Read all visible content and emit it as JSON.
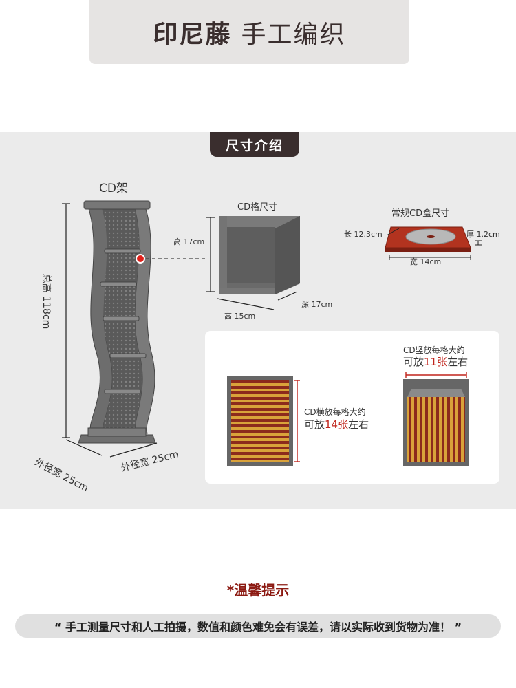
{
  "header": {
    "title_bold": "印尼藤",
    "title_light": "手工编织"
  },
  "section": {
    "tab_label": "尺寸介绍"
  },
  "shelf": {
    "label": "CD架",
    "total_height": "总高 118cm",
    "outer_width_left": "外径宽 25cm",
    "outer_width_right": "外径宽 25cm"
  },
  "cell": {
    "label": "CD格尺寸",
    "height_label": "高 17cm",
    "width_label": "高 15cm",
    "depth_label": "深 17cm"
  },
  "cd_box": {
    "label": "常规CD盒尺寸",
    "length": "长 12.3cm",
    "thickness": "厚 1.2cm",
    "width": "宽 14cm"
  },
  "horizontal": {
    "line1": "CD横放每格大约",
    "prefix": "可放",
    "count": "14张",
    "suffix": "左右"
  },
  "vertical": {
    "line1": "CD竖放每格大约",
    "prefix": "可放",
    "count": "11张",
    "suffix": "左右"
  },
  "tips": {
    "title": "*温馨提示",
    "text": "“ 手工测量尺寸和人工拍摄，数值和颜色难免会有误差，请以实际收到货物为准！ ”"
  },
  "colors": {
    "brand_dark": "#3a2e2e",
    "accent_red": "#c0241c",
    "panel_gray": "#ebebeb"
  }
}
